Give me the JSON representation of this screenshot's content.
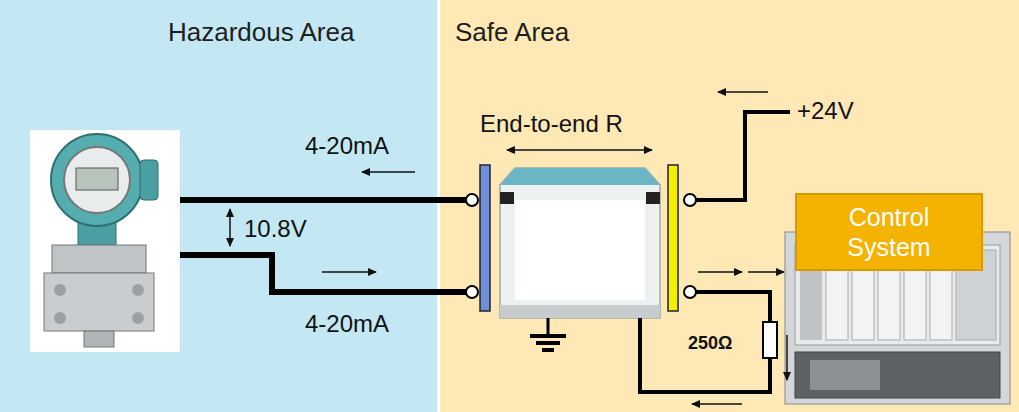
{
  "diagram": {
    "nodes": [
      {
        "text": [
          "Hazardous Area"
        ]
      },
      {
        "text": [
          "Safe Area"
        ]
      },
      {
        "text": [
          "Control System"
        ],
        "in": 1
      }
    ],
    "labels": [
      "4-20mA",
      "10.8V",
      "4-20mA",
      "End-to-end R",
      "+24V",
      "250Ω"
    ]
  }
}
